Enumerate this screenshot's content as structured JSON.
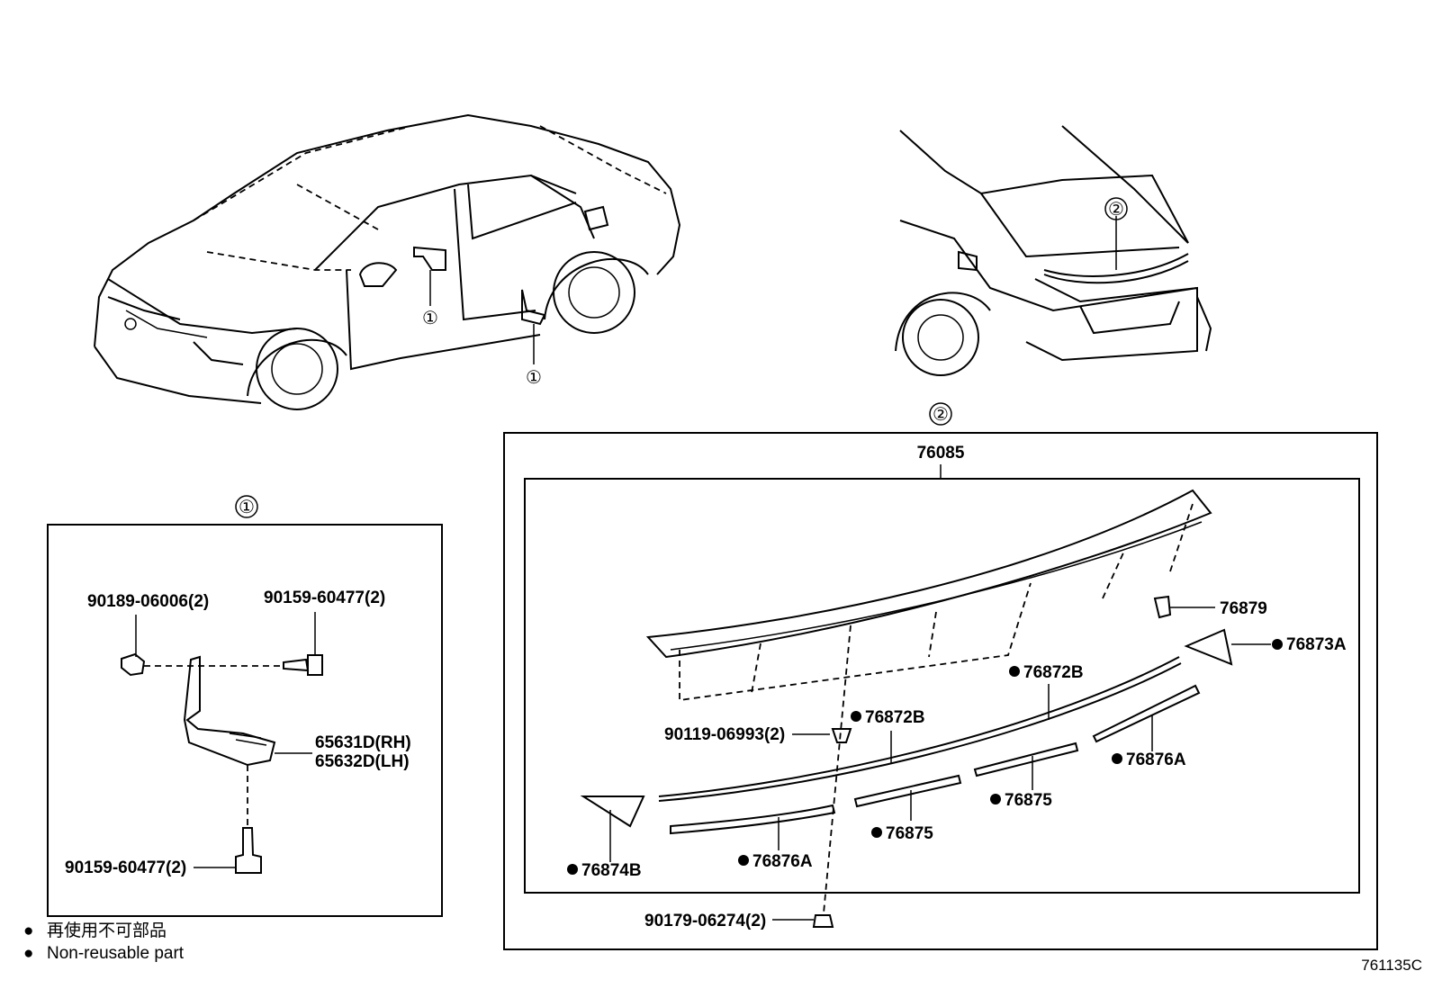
{
  "callout_1": "①",
  "callout_2": "②",
  "assembly_1": {
    "parts": {
      "nut": "90189-06006(2)",
      "bolt_top": "90159-60477(2)",
      "bracket_rh": "65631D(RH)",
      "bracket_lh": "65632D(LH)",
      "bolt_bottom": "90159-60477(2)"
    }
  },
  "assembly_2": {
    "parts": {
      "spoiler": "76085",
      "clip_top": "76879",
      "end_right": "76873A",
      "strip_right_upper": "76872B",
      "strip_left_upper": "76872B",
      "screw_nut": "90119-06993(2)",
      "tape_right": "76876A",
      "tape_mid_right": "76875",
      "tape_mid_left": "76875",
      "tape_left": "76876A",
      "end_left": "76874B",
      "clip_bottom": "90179-06274(2)"
    }
  },
  "legend": {
    "bullet": "●",
    "japanese": "再使用不可部品",
    "english": "Non-reusable part"
  },
  "diagram_code": "761135C"
}
